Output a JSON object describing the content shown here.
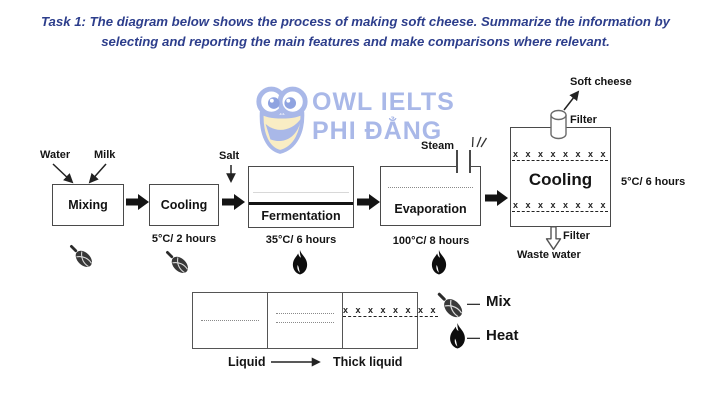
{
  "title": {
    "prefix": "Task 1: ",
    "text": "The diagram below shows the process of making soft cheese. Summarize the information by selecting and reporting the main features and make comparisons where relevant."
  },
  "watermark": {
    "line1": "OWL IELTS",
    "line2": "PHI ĐẲNG"
  },
  "inputs": {
    "water": "Water",
    "milk": "Milk",
    "salt": "Salt",
    "steam": "Steam"
  },
  "stages": {
    "mixing": {
      "label": "Mixing"
    },
    "cooling1": {
      "label": "Cooling",
      "condition": "5°C/ 2 hours"
    },
    "fermentation": {
      "label": "Fermentation",
      "condition": "35°C/ 6 hours"
    },
    "evaporation": {
      "label": "Evaporation",
      "condition": "100°C/ 8 hours"
    },
    "cooling2": {
      "label": "Cooling",
      "condition": "5°C/ 6 hours",
      "curds": "x x x x x x x x"
    }
  },
  "outputs": {
    "soft_cheese": "Soft cheese",
    "filter_top": "Filter",
    "filter_bottom": "Filter",
    "waste_water": "Waste water"
  },
  "consistency_key": {
    "liquid": "Liquid",
    "thick_liquid": "Thick liquid",
    "curds": "x x x x x x x x"
  },
  "legend": {
    "mix": {
      "icon": "whisk-icon",
      "dash": "—",
      "label": "Mix"
    },
    "heat": {
      "icon": "flame-icon",
      "dash": "—",
      "label": "Heat"
    }
  },
  "colors": {
    "title_navy": "#2d3e8c",
    "watermark_blue": "#a9b8e8",
    "owl_yellow": "#f9edc4",
    "ink": "#141414"
  }
}
